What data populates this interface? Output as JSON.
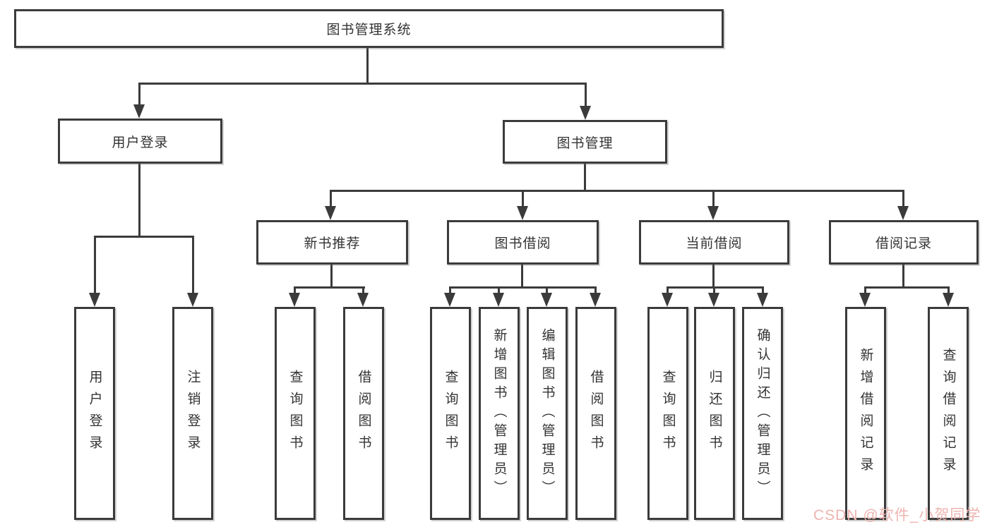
{
  "colors": {
    "line": "#3b3b3b",
    "text": "#333333",
    "watermark": "#eeb4b0"
  },
  "tree": {
    "label": "图书管理系统",
    "children": [
      {
        "label": "用户登录",
        "children": [
          {
            "label": "用户登录"
          },
          {
            "label": "注销登录"
          }
        ]
      },
      {
        "label": "图书管理",
        "children": [
          {
            "label": "新书推荐",
            "children": [
              {
                "label": "查询图书"
              },
              {
                "label": "借阅图书"
              }
            ]
          },
          {
            "label": "图书借阅",
            "children": [
              {
                "label": "查询图书"
              },
              {
                "label": "新增图书（管理员）"
              },
              {
                "label": "编辑图书（管理员）"
              },
              {
                "label": "借阅图书"
              }
            ]
          },
          {
            "label": "当前借阅",
            "children": [
              {
                "label": "查询图书"
              },
              {
                "label": "归还图书"
              },
              {
                "label": "确认归还（管理员）"
              }
            ]
          },
          {
            "label": "借阅记录",
            "children": [
              {
                "label": "新增借阅记录"
              },
              {
                "label": "查询借阅记录"
              }
            ]
          }
        ]
      }
    ]
  },
  "watermark": {
    "text": "CSDN @软件_小贺同学"
  }
}
